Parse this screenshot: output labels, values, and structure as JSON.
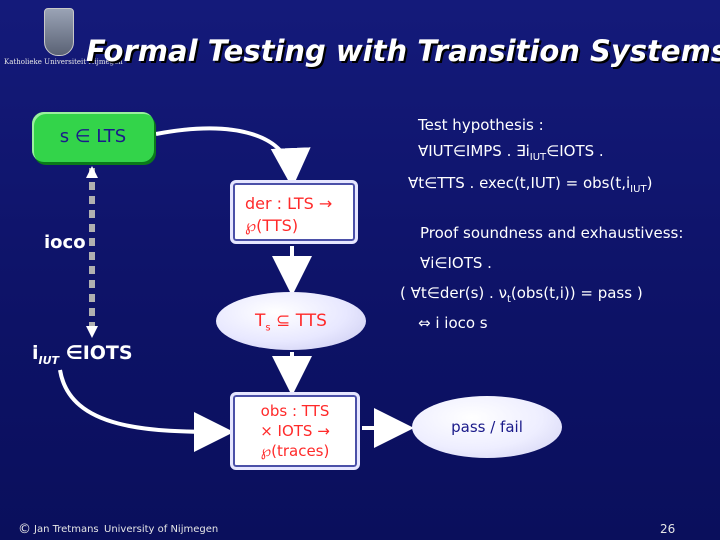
{
  "logo": {
    "caption": "Katholieke Universiteit Nijmegen"
  },
  "title": "Formal Testing with Transition Systems",
  "lts_box": {
    "label": "s ∈ LTS"
  },
  "ioco_label": "ioco",
  "iut_label": {
    "main": "i",
    "sub": "IUT",
    "rest": " ∈IOTS"
  },
  "der_box": {
    "line1": "der : LTS →",
    "line2": "℘(TTS)"
  },
  "ts_ellipse": {
    "main": "T",
    "sub": "s",
    "rest": " ⊆ TTS"
  },
  "obs_box": {
    "line1": "obs : TTS",
    "line2": "× IOTS →",
    "line3": "℘(traces)"
  },
  "pass_fail": "pass / fail",
  "hypothesis": {
    "title": "Test hypothesis :",
    "line1_a": "∀IUT∈IMPS . ∃i",
    "line1_sub": "IUT",
    "line1_b": "∈IOTS .",
    "line2_a": "∀t∈TTS . exec(t,IUT) = obs(t,i",
    "line2_sub": "IUT",
    "line2_b": ")"
  },
  "proof": {
    "title": "Proof soundness and exhaustivess:",
    "line1": "∀i∈IOTS .",
    "line2_a": "( ∀t∈der(s) . ν",
    "line2_sub": "t",
    "line2_b": "(obs(t,i)) = pass )",
    "line3": "⇔  i ioco s"
  },
  "footer": {
    "copyright": "©",
    "author": "Jan Tretmans",
    "university": "University of Nijmegen",
    "page": "26"
  },
  "colors": {
    "background": "#0d1266",
    "green_box": "#33d44a",
    "red_text": "#ff2a2a",
    "dark_blue_text": "#1a1a8a",
    "arrow": "#ffffff",
    "dashed_link": "#b0b0b0"
  }
}
